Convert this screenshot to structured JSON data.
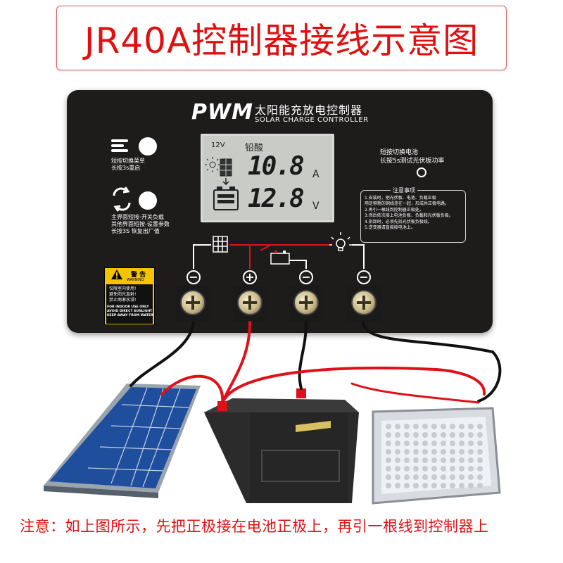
{
  "title": "JR40A控制器接线示意图",
  "controller": {
    "brand": "PWM",
    "name_cn": "太阳能充放电控制器",
    "name_en": "SOLAR CHARGE CONTROLLER",
    "button_menu_label_1": "短按切换菜单",
    "button_menu_label_2": "长按3s重启",
    "button_set_label_1": "主界面短按-开关负载",
    "button_set_label_2": "其他界面短按-设置参数",
    "button_set_label_3": "长按3S 恢复出厂值",
    "right_label_1": "短按切换电池",
    "right_label_2": "长按5s测试光伏板功率"
  },
  "lcd": {
    "voltage_system": "12V",
    "battery_type": "铅酸",
    "current_value": "10.8",
    "current_unit": "A",
    "voltage_value": "12.8",
    "voltage_unit": "V"
  },
  "notes": {
    "title": "注意事项",
    "lines": [
      "1.安装时，把光伏板、电池、负载正极",
      "用足够粗的铜线连在一起，形成共正极电路。",
      "2.再引一根线到控制器正极处。",
      "3.然后依次接上电池负极、负载和光伏板负极。",
      "4.拆卸时，必须先拆光伏板负极线。",
      "5.逆变器请直接接电池上。"
    ]
  },
  "warning": {
    "heading": "警 告",
    "heading_en": "WARNING",
    "lines_cn": [
      "仅限室内使用!",
      "避免阳光直射!",
      "禁止雨淋水浸!"
    ],
    "lines_en": [
      "FOR INDOOR USE ONLY",
      "AVOID DIRECT SUNLIGHT",
      "KEEP AWAY FROM WATER"
    ]
  },
  "terminals": [
    {
      "polarity": "−"
    },
    {
      "polarity": "+"
    },
    {
      "polarity": "−"
    },
    {
      "polarity": "−"
    }
  ],
  "bottom_note": "注意：如上图所示，先把正极接在电池正极上，再引一根线到控制器上",
  "colors": {
    "title_red": "#e01010",
    "controller_body": "#1e1b1b",
    "lcd_bg": "#c8cbc6",
    "wire_red": "#e0101a",
    "wire_black": "#111111",
    "warning_yellow": "#f5c400"
  }
}
